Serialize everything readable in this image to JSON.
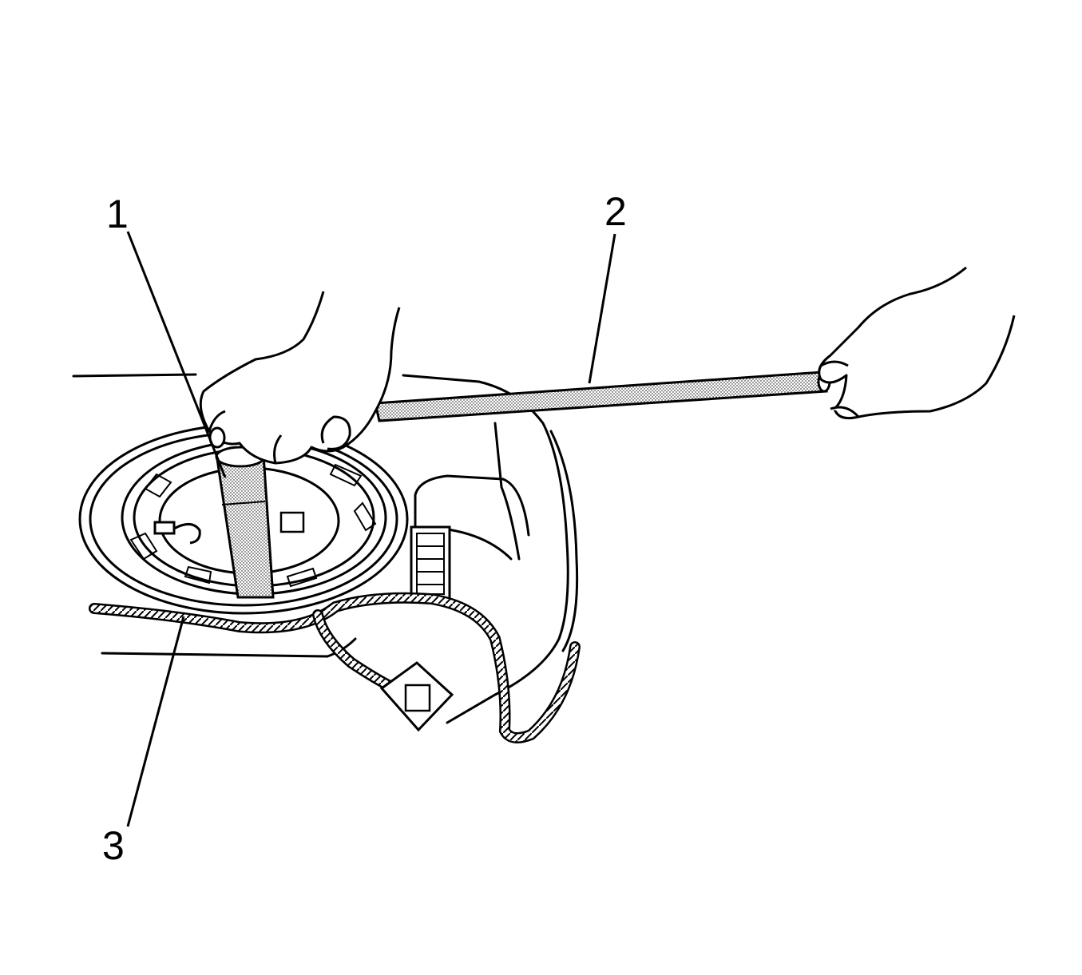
{
  "figure": {
    "callouts": [
      {
        "label": "1"
      },
      {
        "label": "2"
      },
      {
        "label": "3"
      }
    ]
  },
  "style": {
    "line_color": "#000000",
    "background": "#ffffff"
  }
}
